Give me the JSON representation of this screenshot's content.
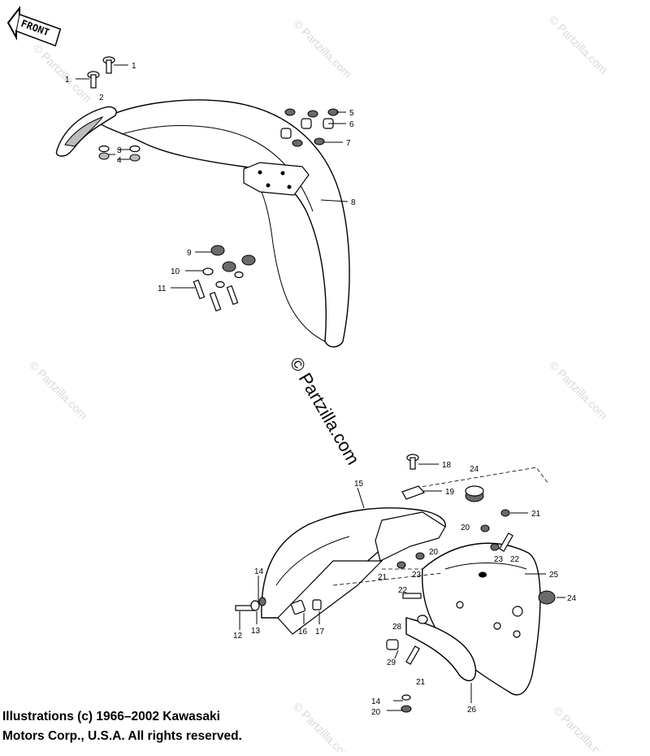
{
  "direction_label": "FRONT",
  "watermark": "© Partzilla.com",
  "copyright": {
    "line1": "Illustrations (c) 1966–2002 Kawasaki",
    "line2": "Motors Corp., U.S.A.  All rights reserved."
  },
  "callouts": {
    "c1a": "1",
    "c1b": "1",
    "c2": "2",
    "c3": "3",
    "c4": "4",
    "c5": "5",
    "c6": "6",
    "c7": "7",
    "c8": "8",
    "c9": "9",
    "c10": "10",
    "c11": "11",
    "c12": "12",
    "c13": "13",
    "c14a": "14",
    "c14b": "14",
    "c15": "15",
    "c16": "16",
    "c17": "17",
    "c18": "18",
    "c19": "19",
    "c20a": "20",
    "c20b": "20",
    "c20c": "20",
    "c21a": "21",
    "c21b": "21",
    "c21c": "21",
    "c22a": "22",
    "c22b": "22",
    "c23a": "23",
    "c23b": "23",
    "c24a": "24",
    "c24b": "24",
    "c25": "25",
    "c26": "26",
    "c28": "28",
    "c29": "29"
  }
}
